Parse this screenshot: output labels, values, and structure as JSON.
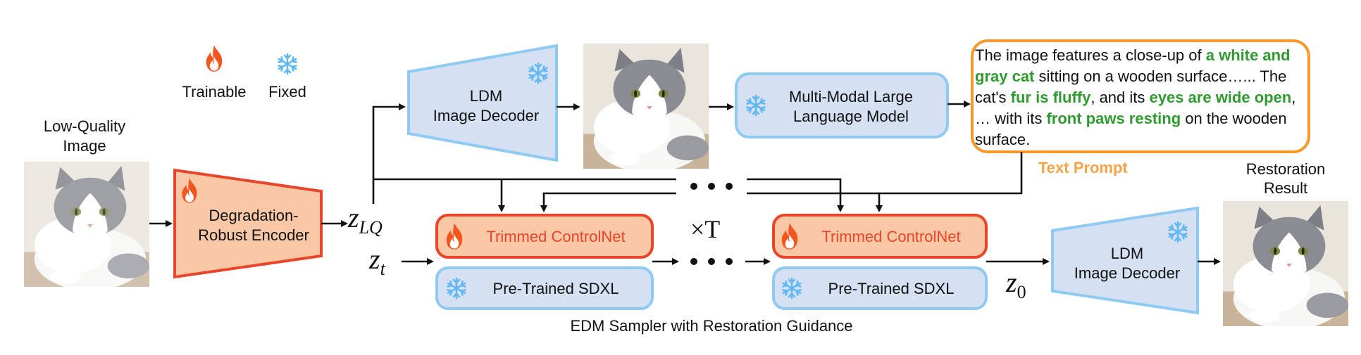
{
  "legend": {
    "trainable": "Trainable",
    "fixed": "Fixed"
  },
  "input": {
    "label_line1": "Low-Quality",
    "label_line2": "Image"
  },
  "encoder": {
    "line1": "Degradation-",
    "line2": "Robust Encoder"
  },
  "symbols": {
    "z_lq_base": "z",
    "z_lq_sub": "LQ",
    "z_t_base": "z",
    "z_t_sub": "t",
    "z_0_base": "z",
    "z_0_sub": "0",
    "times_t": "×T"
  },
  "ldm_decoder_top": {
    "line1": "LDM",
    "line2": "Image Decoder"
  },
  "mllm": {
    "line1": "Multi-Modal Large",
    "line2": "Language Model"
  },
  "prompt": {
    "segments": [
      {
        "text": "The image features a close-up of ",
        "highlight": false
      },
      {
        "text": "a white and gray cat",
        "highlight": true
      },
      {
        "text": " sitting on a wooden surface…... The cat's ",
        "highlight": false
      },
      {
        "text": "fur is fluffy",
        "highlight": true
      },
      {
        "text": ", and its ",
        "highlight": false
      },
      {
        "text": "eyes are wide open",
        "highlight": true
      },
      {
        "text": ", … with its ",
        "highlight": false
      },
      {
        "text": "front paws resting",
        "highlight": true
      },
      {
        "text": " on the wooden surface.",
        "highlight": false
      }
    ],
    "caption": "Text Prompt"
  },
  "controlnet_1": "Trimmed ControlNet",
  "controlnet_2": "Trimmed ControlNet",
  "sdxl_1": "Pre-Trained SDXL",
  "sdxl_2": "Pre-Trained SDXL",
  "sampler_caption": "EDM Sampler with Restoration Guidance",
  "ldm_decoder_bottom": {
    "line1": "LDM",
    "line2": "Image Decoder"
  },
  "output": {
    "label_line1": "Restoration",
    "label_line2": "Result"
  },
  "colors": {
    "trainable_fill": "#f7c7a6",
    "trainable_stroke": "#e9452a",
    "fixed_fill": "#d6e0f3",
    "fixed_stroke": "#8fcaf2",
    "prompt_border": "#f59a2c",
    "highlight_text": "#2f9a2f"
  },
  "icons": {
    "trainable": "flame-icon",
    "fixed": "snowflake-icon"
  }
}
